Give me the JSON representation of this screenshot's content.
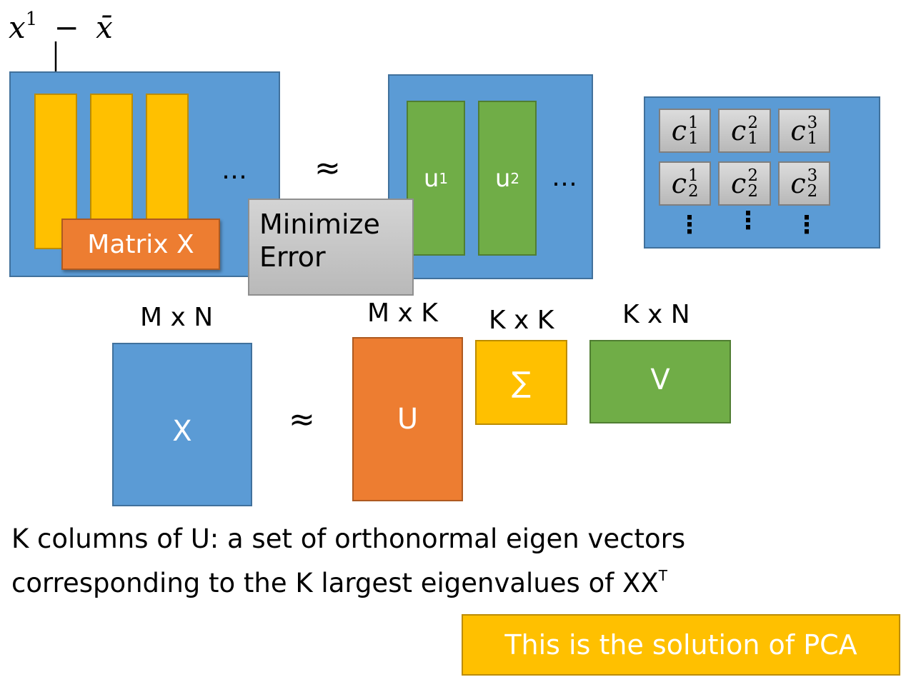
{
  "formula": {
    "x": "x",
    "sup": "1",
    "minus": "−",
    "xbar": "x̄"
  },
  "top": {
    "left_ellipsis": "…",
    "matrix_label": "Matrix X",
    "approx": "≈",
    "minimize": "Minimize",
    "error": "Error",
    "u1_base": "u",
    "u1_sup": "1",
    "u2_base": "u",
    "u2_sup": "2",
    "right_ellipsis": "…",
    "coef_letter": "c",
    "coef": [
      {
        "sup": "1",
        "sub": "1"
      },
      {
        "sup": "2",
        "sub": "1"
      },
      {
        "sup": "3",
        "sub": "1"
      },
      {
        "sup": "1",
        "sub": "2"
      },
      {
        "sup": "2",
        "sub": "2"
      },
      {
        "sup": "3",
        "sub": "2"
      }
    ],
    "vdots": "⋮"
  },
  "svd": {
    "x_dim": "M x N",
    "x_label": "X",
    "approx": "≈",
    "u_dim": "M x K",
    "u_label": "U",
    "sigma_dim": "K x K",
    "sigma_label": "∑",
    "v_dim": "K x N",
    "v_label": "V"
  },
  "caption": {
    "line1": "K columns of U: a set of orthonormal eigen vectors",
    "line2_text": "corresponding to the K largest eigenvalues of XX",
    "line2_sup": "T"
  },
  "solution_box": "This is the solution of PCA",
  "colors": {
    "blue": "#5b9bd5",
    "gold": "#ffc000",
    "green": "#70ad47",
    "orange": "#ed7d31",
    "gray": "#bfbfbf"
  }
}
